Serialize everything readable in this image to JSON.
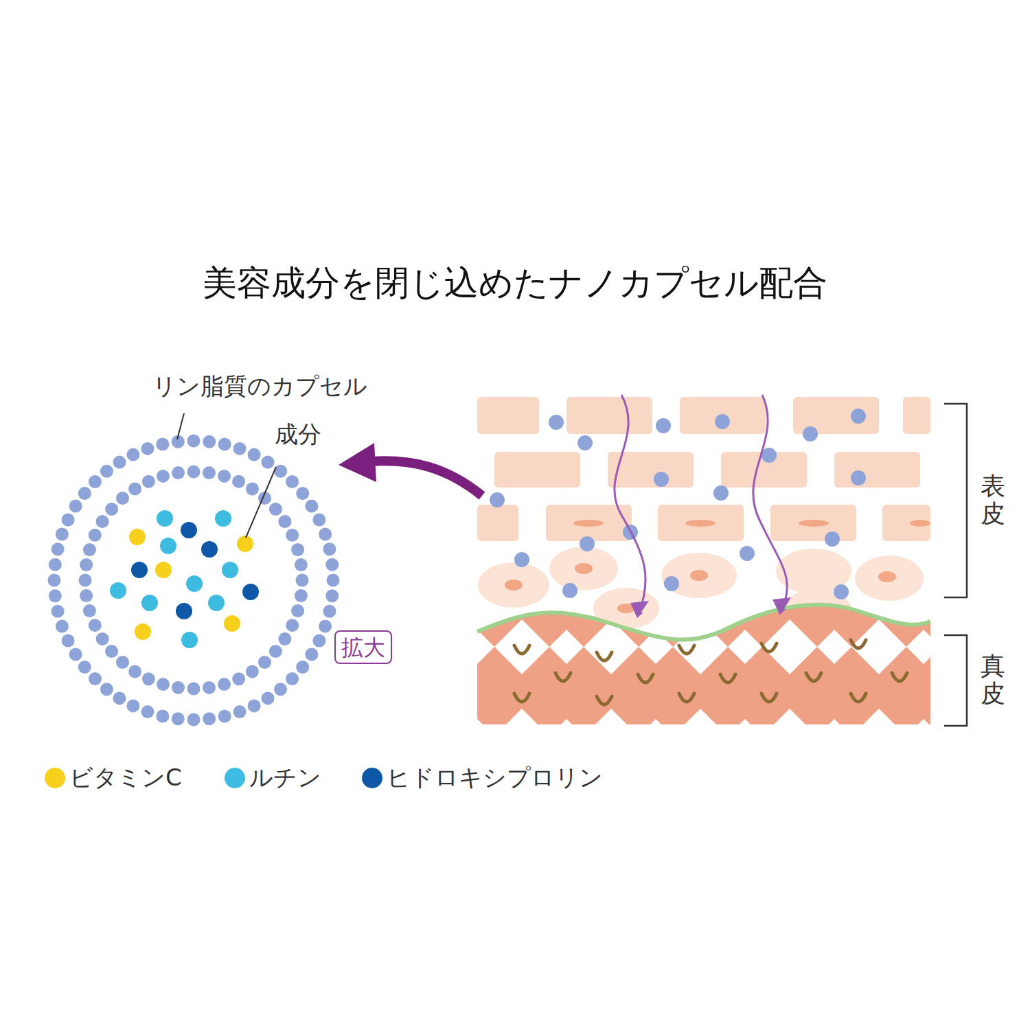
{
  "diagram": {
    "title": "美容成分を閉じ込めたナノカプセル配合",
    "nodes": [
      {
        "text": [
          "拡大"
        ]
      }
    ],
    "labels": [
      "リン脂質のカプセル",
      "成分",
      "表皮",
      "真皮"
    ],
    "legend": [
      {
        "text": "ビタミンC",
        "color": "#f7cf1d"
      },
      {
        "text": "ルチン",
        "color": "#3dbbe0"
      },
      {
        "text": "ヒドロキシプロリン",
        "color": "#0f58a8"
      }
    ]
  }
}
